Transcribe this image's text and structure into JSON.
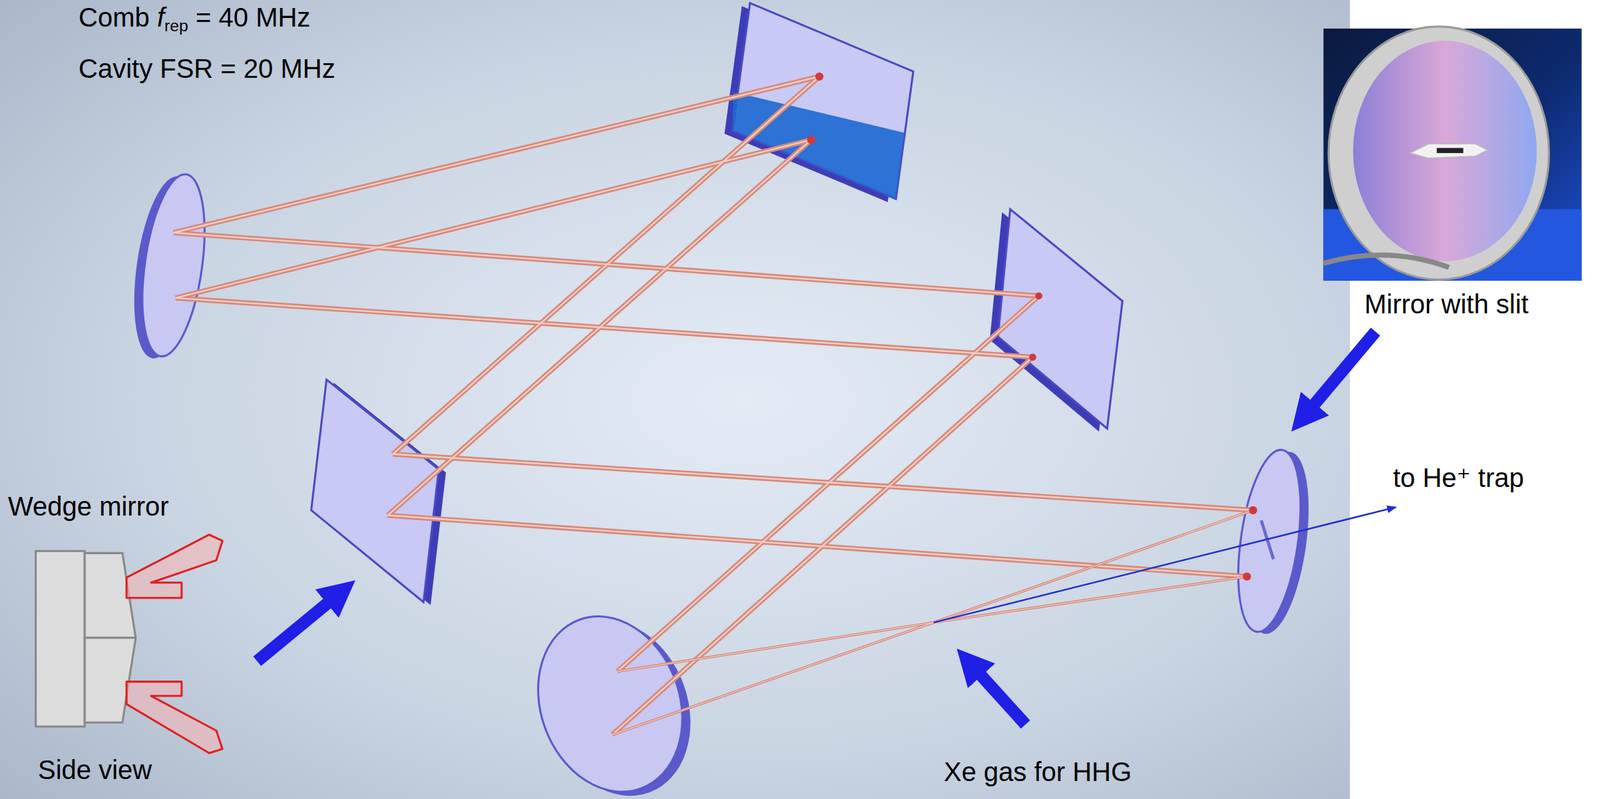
{
  "diagram": {
    "labels": [
      "Comb",
      "f",
      "rep",
      "= 40 MHz",
      "Cavity FSR = 20 MHz",
      "Mirror with slit",
      "to He⁺ trap",
      "Wedge mirror",
      "Side view",
      "Xe gas for HHG"
    ]
  }
}
